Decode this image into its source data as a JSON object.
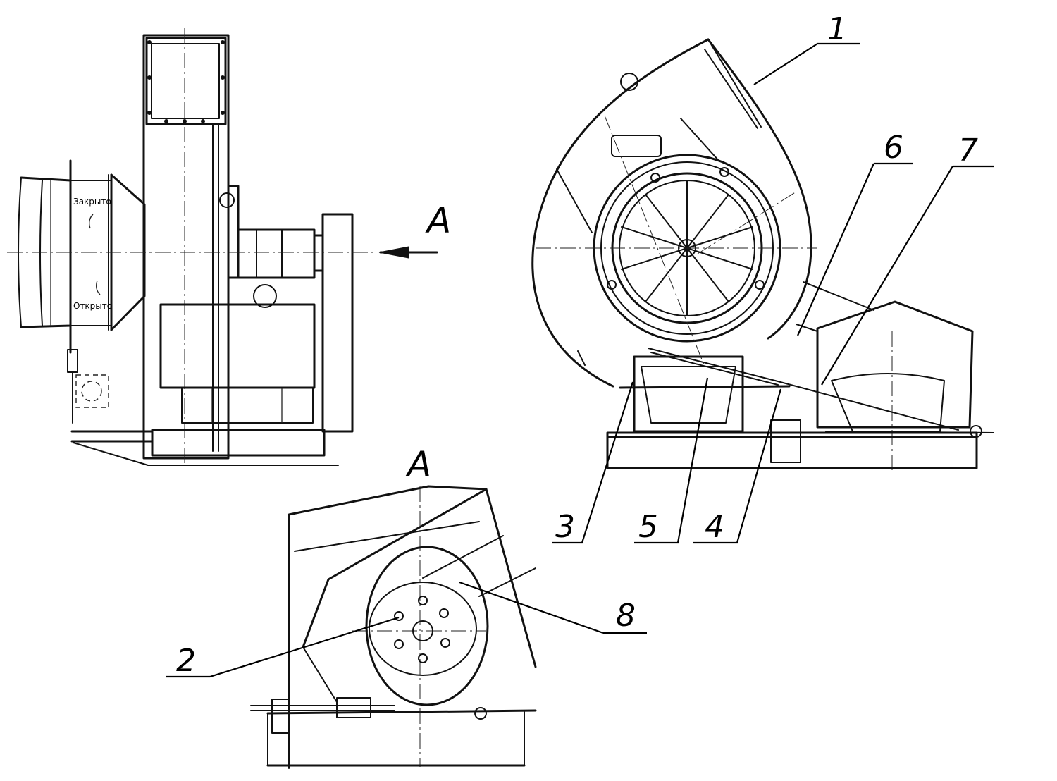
{
  "labels": {
    "view": "A",
    "view_section": "A",
    "closed": "Закрыто",
    "open": "Открыто",
    "callouts": [
      "1",
      "2",
      "3",
      "4",
      "5",
      "6",
      "7",
      "8"
    ]
  }
}
